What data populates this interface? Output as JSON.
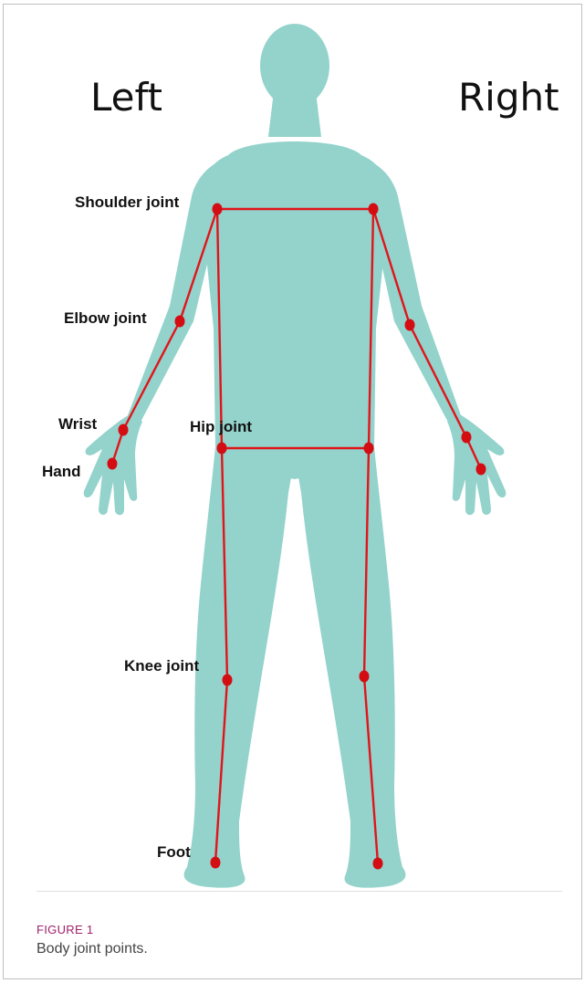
{
  "figure": {
    "side_left": "Left",
    "side_right": "Right",
    "labels": {
      "shoulder": "Shoulder joint",
      "elbow": "Elbow joint",
      "wrist": "Wrist",
      "hand": "Hand",
      "hip": "Hip joint",
      "knee": "Knee joint",
      "foot": "Foot"
    },
    "colors": {
      "body": "#93d3cb",
      "skeleton": "#e0151b",
      "joint": "#d40d12"
    }
  },
  "caption": {
    "number": "FIGURE 1",
    "text": "Body joint points."
  }
}
